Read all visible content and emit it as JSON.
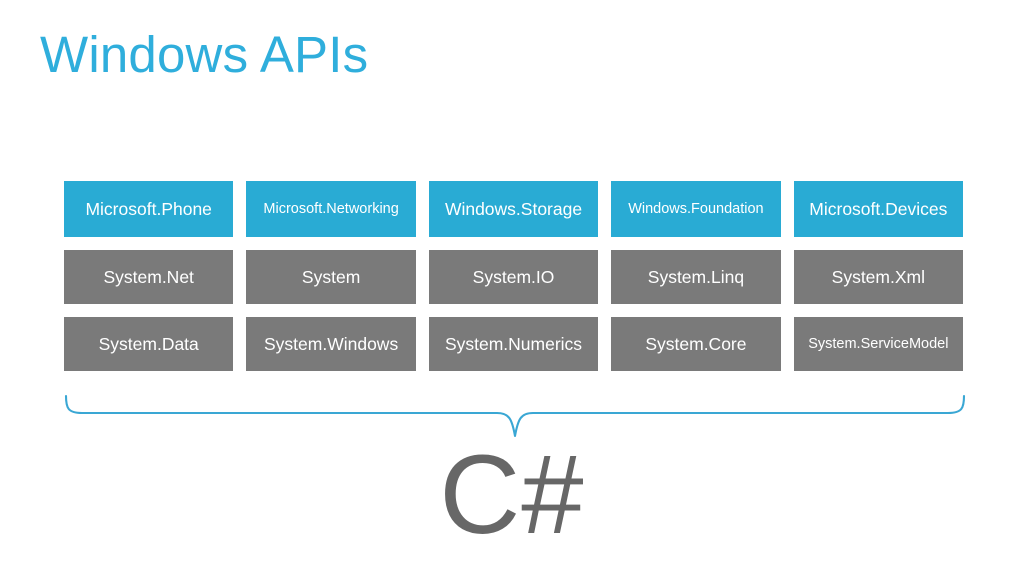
{
  "slide": {
    "title": "Windows APIs",
    "background_color": "#ffffff",
    "title_color": "#2FAEDC"
  },
  "palette": {
    "api_box": "#29ABD4",
    "system_box": "#7A7A7A",
    "brace": "#3AA7D4",
    "csharp_text": "#676767",
    "box_text": "#ffffff"
  },
  "grid": {
    "columns": 5,
    "rows": [
      {
        "kind": "windows-api",
        "color": "#29ABD4",
        "cells": [
          {
            "label": "Microsoft.Phone",
            "size": "lg"
          },
          {
            "label": "Microsoft.Networking",
            "size": "sm"
          },
          {
            "label": "Windows.Storage",
            "size": "lg"
          },
          {
            "label": "Windows.Foundation",
            "size": "sm"
          },
          {
            "label": "Microsoft.Devices",
            "size": "lg"
          }
        ]
      },
      {
        "kind": "system-namespace",
        "color": "#7A7A7A",
        "cells": [
          {
            "label": "System.Net",
            "size": "lg"
          },
          {
            "label": "System",
            "size": "lg"
          },
          {
            "label": "System.IO",
            "size": "lg"
          },
          {
            "label": "System.Linq",
            "size": "lg"
          },
          {
            "label": "System.Xml",
            "size": "lg"
          }
        ]
      },
      {
        "kind": "system-namespace",
        "color": "#7A7A7A",
        "cells": [
          {
            "label": "System.Data",
            "size": "lg"
          },
          {
            "label": "System.Windows",
            "size": "lg"
          },
          {
            "label": "System.Numerics",
            "size": "lg"
          },
          {
            "label": "System.Core",
            "size": "lg"
          },
          {
            "label": "System.ServiceModel",
            "size": "sm"
          }
        ]
      }
    ]
  },
  "brace": {
    "name": "curly-brace-down",
    "color": "#3AA7D4"
  },
  "footer": {
    "language_label": "C#"
  }
}
